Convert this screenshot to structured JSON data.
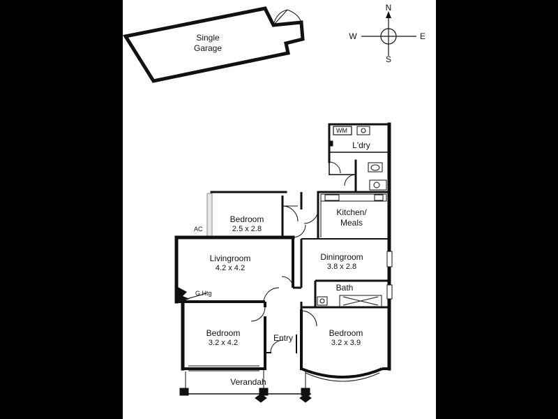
{
  "garage": {
    "line1": "Single",
    "line2": "Garage"
  },
  "compass": {
    "n": "N",
    "s": "S",
    "e": "E",
    "w": "W"
  },
  "rooms": {
    "laundry": {
      "name": "L'dry",
      "wm": "WM"
    },
    "kitchen": {
      "line1": "Kitchen/",
      "line2": "Meals"
    },
    "bedroom_small": {
      "name": "Bedroom",
      "dims": "2.5 x 2.8"
    },
    "living": {
      "name": "Livingroom",
      "dims": "4.2 x 4.2"
    },
    "dining": {
      "name": "Diningroom",
      "dims": "3.8 x 2.8"
    },
    "bath": {
      "name": "Bath"
    },
    "bedroom_left": {
      "name": "Bedroom",
      "dims": "3.2 x 4.2"
    },
    "bedroom_right": {
      "name": "Bedroom",
      "dims": "3.2 x 3.9"
    },
    "entry": {
      "name": "Entry"
    },
    "verandah": {
      "name": "Verandah"
    }
  },
  "tags": {
    "ac": "AC",
    "heating": "G.Htg"
  }
}
